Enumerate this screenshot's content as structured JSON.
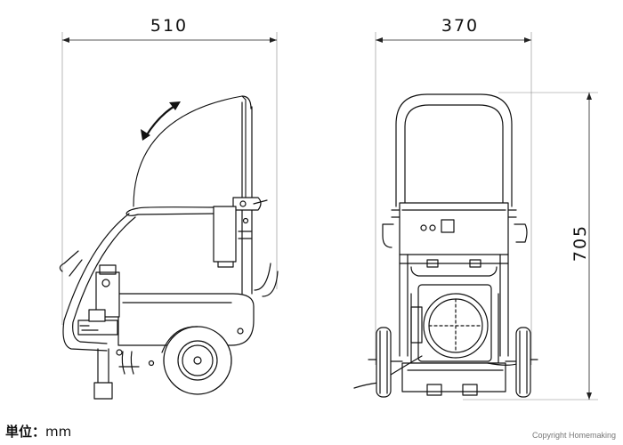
{
  "dimensions": {
    "side_width": "510",
    "front_width": "370",
    "height": "705"
  },
  "unit": {
    "label": "単位：",
    "value": "mm"
  },
  "copyright": "Copyright Homemaking"
}
